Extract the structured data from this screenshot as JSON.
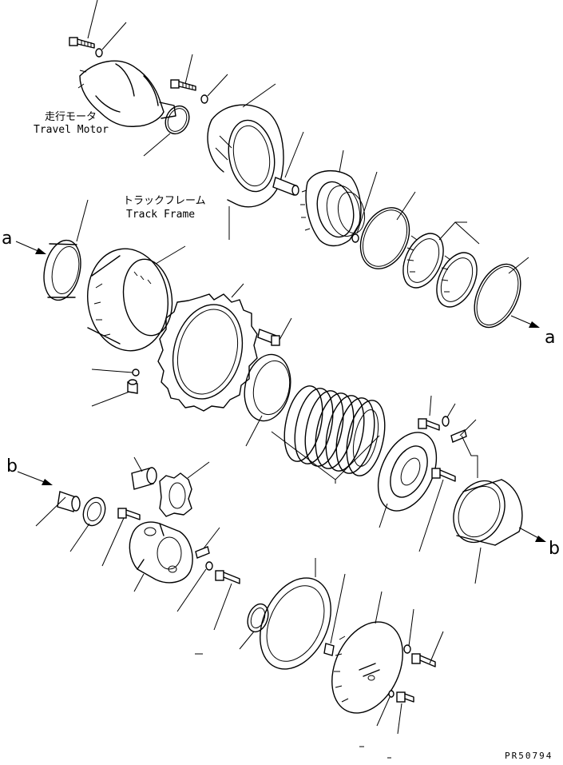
{
  "labels": {
    "travel_motor_jp": "走行モータ",
    "travel_motor_en": "Travel Motor",
    "track_frame_jp": "トラックフレーム",
    "track_frame_en": "Track Frame",
    "a_left": "a",
    "a_right": "a",
    "b_left": "b",
    "b_right": "b",
    "drawing_code": "PR50794"
  }
}
